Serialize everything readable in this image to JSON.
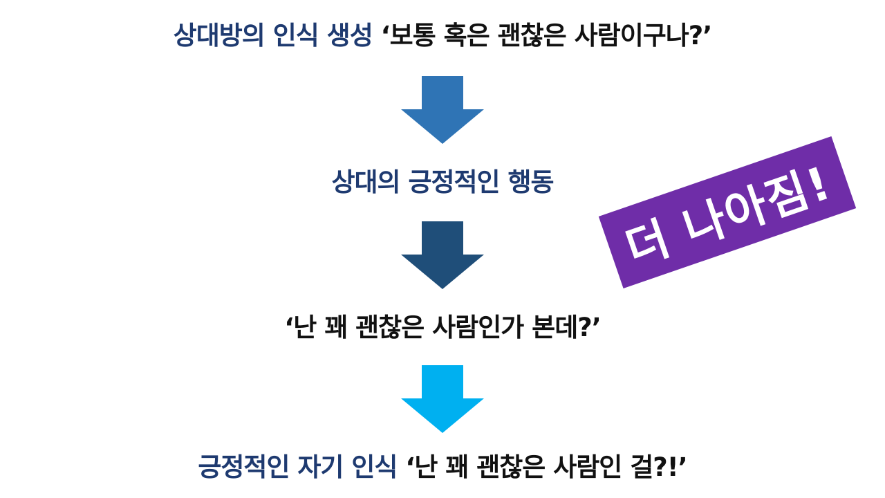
{
  "steps": [
    {
      "label": "상대방의 인식 생성",
      "quote": " ‘보통 혹은 괜찮은 사람이구나?’"
    },
    {
      "label": "상대의 긍정적인 행동"
    },
    {
      "quote": "‘난 꽤 괜찮은 사람인가 본데?’"
    },
    {
      "label": "긍정적인 자기 인식",
      "quote": " ‘난 꽤 괜찮은 사람인 걸?!’"
    }
  ],
  "arrows": [
    {
      "icon": "down-arrow-icon",
      "color": "#2f74b5"
    },
    {
      "icon": "down-arrow-icon",
      "color": "#1f4e79"
    },
    {
      "icon": "down-arrow-icon",
      "color": "#00b0f0"
    }
  ],
  "badge": {
    "text": "더 나아짐!",
    "color": "#6f2da8"
  },
  "colors": {
    "label": "#1e3a70",
    "quote": "#111111"
  }
}
